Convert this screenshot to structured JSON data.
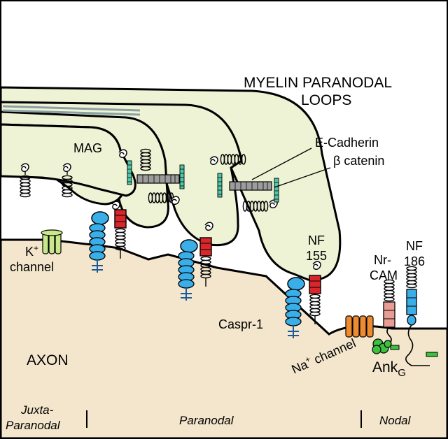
{
  "labels": {
    "myelin_line1": "MYELIN PARANODAL",
    "myelin_line2": "LOOPS",
    "mag": "MAG",
    "e_cadherin": "E-Cadherin",
    "beta_catenin": "β catenin",
    "nf155_line1": "NF",
    "nf155_line2": "155",
    "nrcam_line1": "Nr-",
    "nrcam_line2": "CAM",
    "nf186_line1": "NF",
    "nf186_line2": "186",
    "k_channel_line1": "K",
    "k_channel_sup": "+",
    "k_channel_line2": "channel",
    "caspr": "Caspr-1",
    "na_channel_main": "Na",
    "na_channel_sup": "+",
    "na_channel_rest": " channel",
    "ank_main": "Ank",
    "ank_sub": "G",
    "axon": "AXON"
  },
  "regions": {
    "juxta_line1": "Juxta-",
    "juxta_line2": "Paranodal",
    "paranodal": "Paranodal",
    "nodal": "Nodal"
  },
  "colors": {
    "myelin": "#eef3d5",
    "axon": "#f4e6cc",
    "caspr_blue": "#3aaee8",
    "nf155_red": "#d9262b",
    "cadherin_gray": "#9c9c9c",
    "catenin_teal": "#4fc8a8",
    "k_channel": "#c8e68a",
    "na_channel": "#ee8a30",
    "nrcam_pink": "#e89c94",
    "nf186_blue": "#3aaee8",
    "ankyrin_green": "#3cc040",
    "border_line": "#8aa0a4"
  }
}
